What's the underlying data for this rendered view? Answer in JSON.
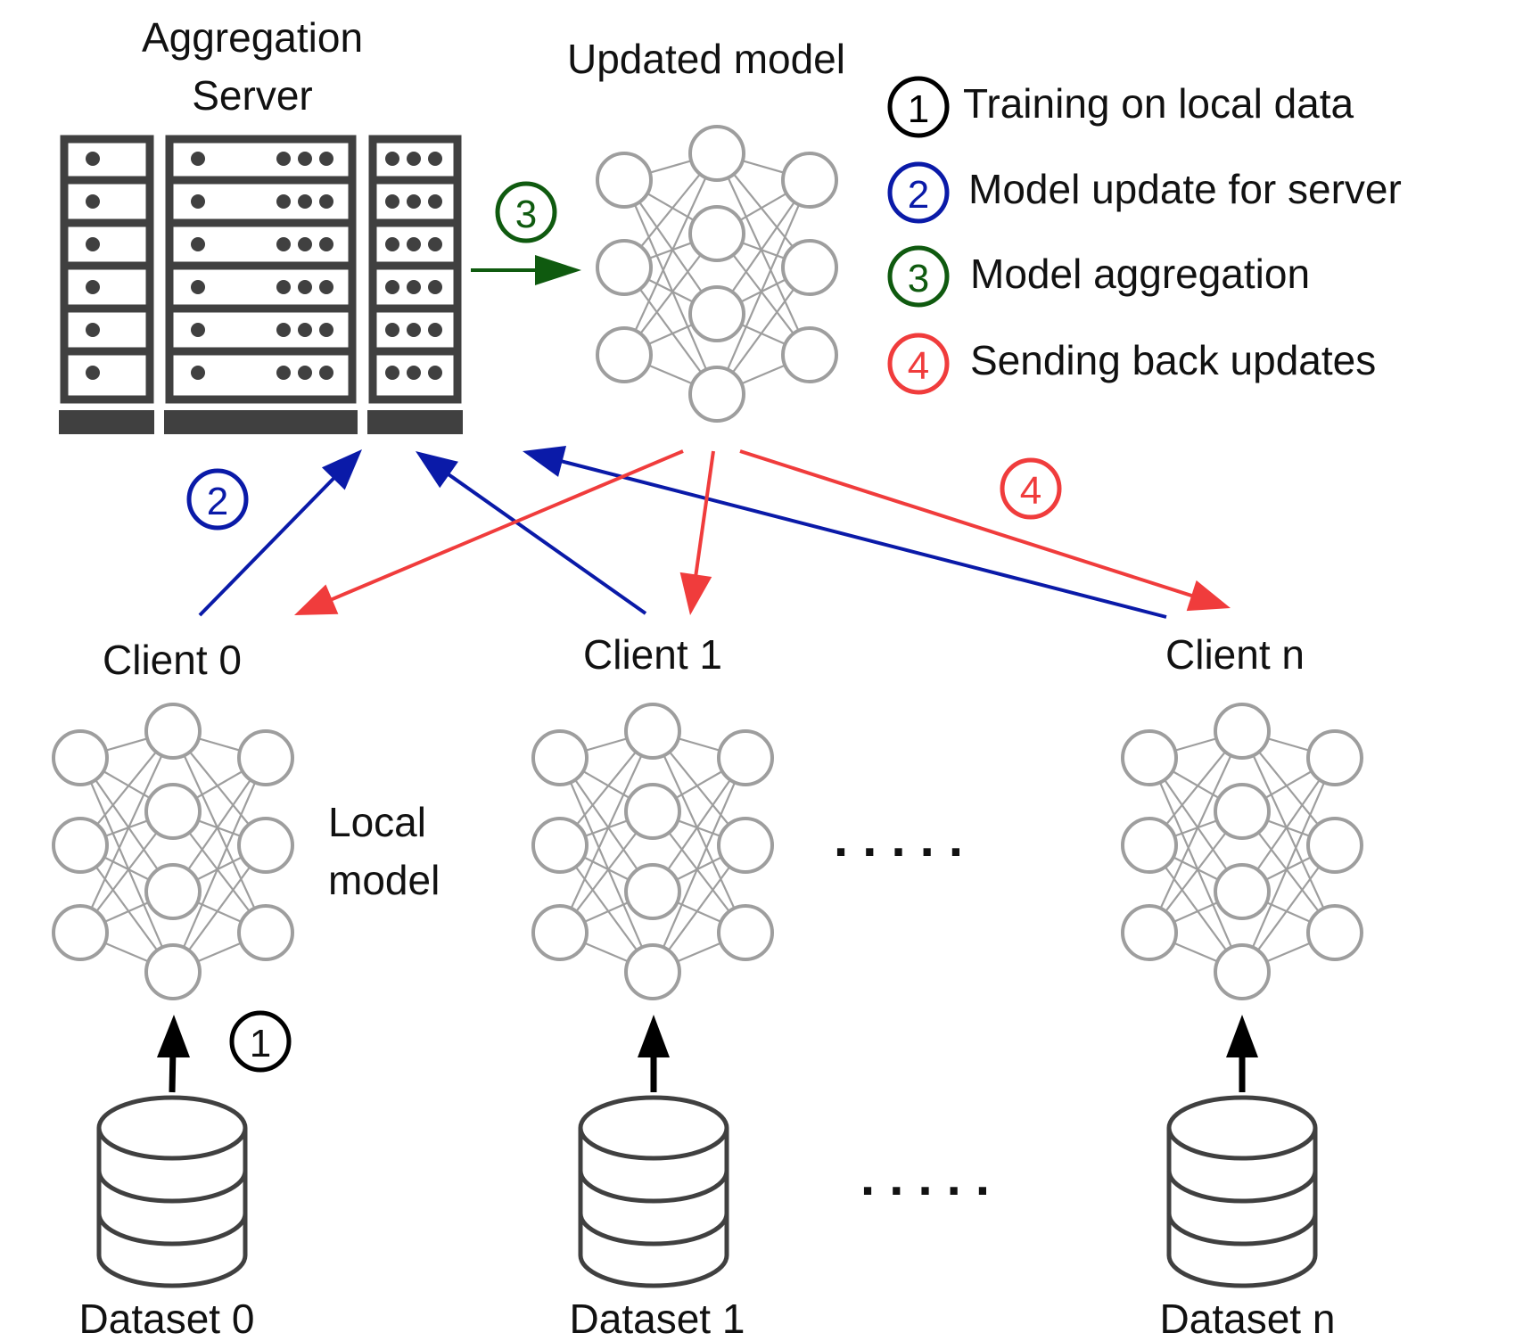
{
  "server": {
    "title_line1": "Aggregation",
    "title_line2": "Server"
  },
  "updated_model": {
    "label": "Updated model"
  },
  "legend": {
    "items": [
      {
        "num": "1",
        "text": "Training on local data",
        "color": "#000000"
      },
      {
        "num": "2",
        "text": "Model update for server",
        "color": "#0a1aa8"
      },
      {
        "num": "3",
        "text": "Model aggregation",
        "color": "#0f5a0f"
      },
      {
        "num": "4",
        "text": "Sending back updates",
        "color": "#f03c3c"
      }
    ]
  },
  "step_badges": {
    "training": "1",
    "update": "2",
    "aggregation": "3",
    "sending": "4"
  },
  "clients": [
    {
      "label": "Client 0",
      "dataset": "Dataset 0"
    },
    {
      "label": "Client 1",
      "dataset": "Dataset 1"
    },
    {
      "label": "Client n",
      "dataset": "Dataset n"
    }
  ],
  "local_model": {
    "line1": "Local",
    "line2": "model"
  },
  "ellipsis": {
    "models": ". . . . .",
    "datasets": ". . . . ."
  },
  "colors": {
    "training": "#000000",
    "update": "#0a1aa8",
    "aggregation": "#0f5a0f",
    "sending": "#f03c3c",
    "network": "#9e9e9e",
    "hardware": "#404040"
  }
}
